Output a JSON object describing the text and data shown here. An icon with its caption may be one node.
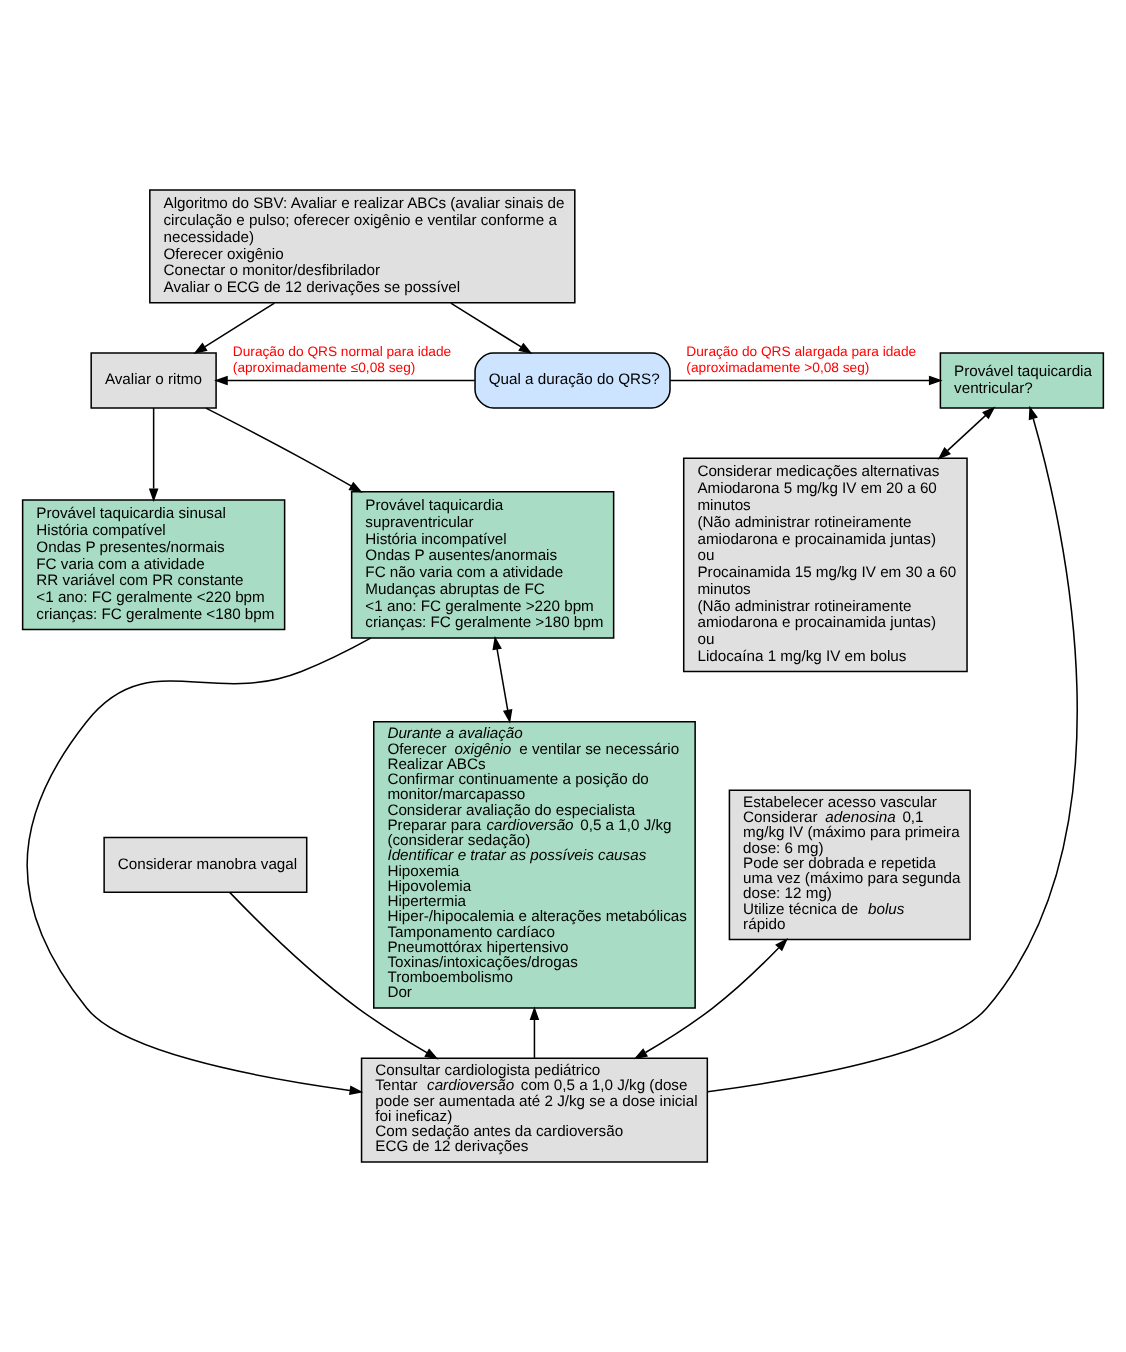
{
  "diagram": {
    "nodes": [
      {
        "text": [
          "Algoritmo do SBV: Avaliar e realizar ABCs (avaliar sinais de circulação e pulso; oferecer oxigênio e ventilar conforme a necessidade)",
          "Oferecer oxigênio",
          "Conectar o monitor/desfibrilador",
          "Avaliar o ECG de 12 derivações se possível"
        ]
      },
      {
        "text": [
          "Avaliar o ritmo"
        ]
      },
      {
        "text": [
          "Qual a duração do QRS?"
        ]
      },
      {
        "text": [
          "Provável taquicardia ventricular?"
        ]
      },
      {
        "text": [
          "Provável taquicardia sinusal",
          "História compatível",
          "Ondas P presentes/normais",
          "FC varia com a atividade",
          "RR variável com PR constante",
          "<1 ano: FC geralmente <220 bpm",
          "crianças: FC geralmente <180 bpm"
        ]
      },
      {
        "text": [
          "Provável taquicardia supraventricular",
          "História incompatível",
          "Ondas P ausentes/anormais",
          "FC não varia com a atividade",
          "Mudanças abruptas de FC",
          "<1 ano: FC geralmente >220 bpm",
          "crianças: FC geralmente >180 bpm"
        ]
      },
      {
        "text": [
          "Considerar medicações alternativas",
          "Amiodarona 5 mg/kg IV em 20 a 60 minutos",
          "(Não administrar rotineiramente amiodarona e procainamida juntas)",
          "ou",
          "Procainamida 15 mg/kg IV em 30 a 60 minutos",
          "(Não administrar rotineiramente amiodarona e procainamida juntas)",
          "ou",
          "Lidocaína 1 mg/kg IV em bolus"
        ]
      },
      {
        "text": [
          "Considerar manobra vagal"
        ]
      },
      {
        "text": [
          "Estabelecer acesso vascular",
          "Considerar *adenosina* 0,1 mg/kg IV (máximo para primeira dose: 6 mg)",
          "Pode ser dobrada e repetida uma vez (máximo para segunda dose: 12 mg)",
          "Utilize técnica de *bolus* rápido"
        ]
      },
      {
        "text": [
          "Durante a avaliação",
          "Oferecer *oxigênio* e ventilar se necessário",
          "Realizar ABCs",
          "Confirmar continuamente a posição do monitor/marcapasso",
          "Considerar avaliação do especialista",
          "Preparar para *cardioversão* 0,5 a 1,0 J/kg (considerar sedação)",
          "Identificar e tratar as possíveis causas",
          "Hipoxemia",
          "Hipovolemia",
          "Hipertermia",
          "Hiper-/hipocalemia e alterações metabólicas",
          "Tamponamento cardíaco",
          "Pneumottórax hipertensivo",
          "Toxinas/intoxicações/drogas",
          "Tromboembolismo",
          "Dor"
        ]
      },
      {
        "text": [
          "Consultar cardiologista pediátrico",
          "Tentar *cardioversão* com 0,5 a 1,0 J/kg (dose pode ser aumentada até 2 J/kg se a dose inicial foi ineficaz)",
          "Com sedação antes da cardioversão",
          "ECG de 12 derivações"
        ]
      }
    ],
    "edges": [
      {
        "from": 0,
        "to": 1,
        "arrow": "to"
      },
      {
        "from": 0,
        "to": 2,
        "arrow": "to"
      },
      {
        "from": 2,
        "to": 1,
        "arrow": "to",
        "label": "Duração do QRS normal para idade (aproximadamente ≤0,08 seg)"
      },
      {
        "from": 2,
        "to": 3,
        "arrow": "to",
        "label": "Duração do QRS alargada para idade (aproximadamente >0,08 seg)"
      },
      {
        "from": 1,
        "to": 4,
        "arrow": "to"
      },
      {
        "from": 1,
        "to": 5,
        "arrow": "to"
      },
      {
        "from": 3,
        "to": 6,
        "arrow": "both"
      },
      {
        "from": 5,
        "to": 9,
        "arrow": "both"
      },
      {
        "from": 5,
        "to": 10,
        "arrow": "to"
      },
      {
        "from": 7,
        "to": 10,
        "arrow": "to"
      },
      {
        "from": 8,
        "to": 10,
        "arrow": "both"
      },
      {
        "from": 10,
        "to": 9,
        "arrow": "to"
      },
      {
        "from": 10,
        "to": 3,
        "arrow": "to"
      }
    ]
  }
}
